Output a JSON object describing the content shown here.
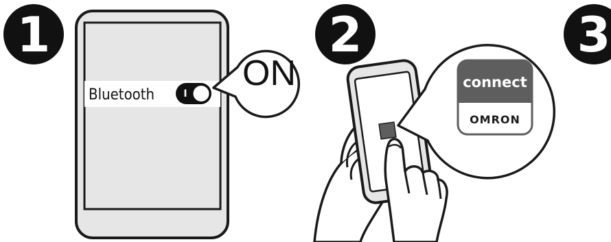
{
  "steps": [
    {
      "number": "1"
    },
    {
      "number": "2"
    },
    {
      "number": "3"
    }
  ],
  "step1": {
    "setting_label": "Bluetooth",
    "switch_mark": "I",
    "callout_text": "ON"
  },
  "step2": {
    "app_icon_top_text": "connect",
    "app_icon_bottom_text": "OMRON"
  },
  "colors": {
    "phone_fill": "#e6e6e6",
    "outline": "#1a1a1a",
    "step_circle": "#111111",
    "app_icon_gray": "#5e5e5e",
    "setting_row": "#ffffff"
  }
}
